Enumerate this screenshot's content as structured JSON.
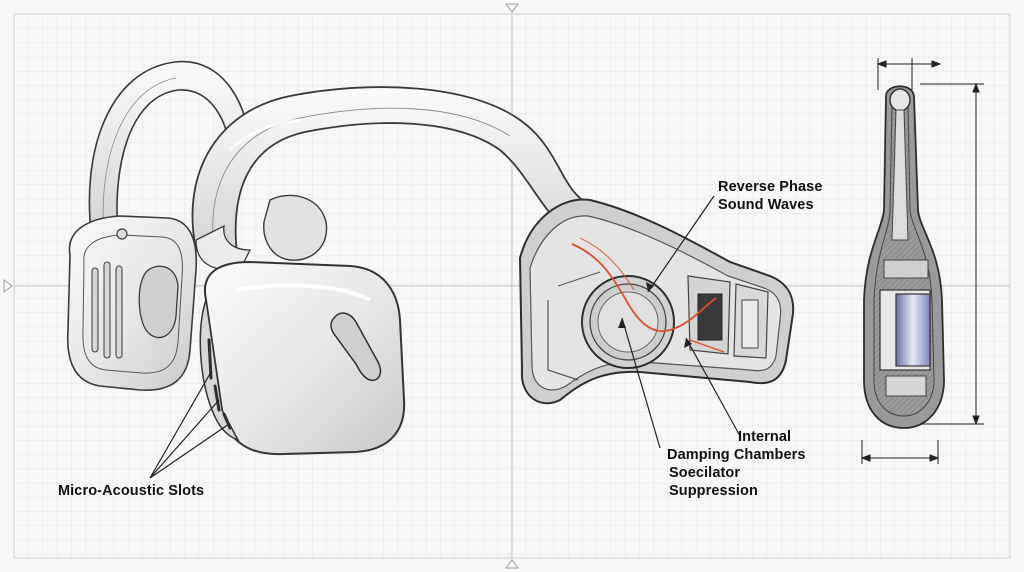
{
  "labels": {
    "reverse_phase": [
      "Reverse Phase",
      "Sound Waves"
    ],
    "internal": [
      "Internal",
      "Damping Chambers",
      "Soecilator",
      "Suppression"
    ],
    "micro_slots": "Micro-Acoustic Slots"
  },
  "colors": {
    "paper": "#f7f7f6",
    "grid": "#d9dbdd",
    "grid_major": "#c5c8cb",
    "shell": "#e9e9e9",
    "shell_shadow": "#bdbdbd",
    "outline": "#3a3a3a",
    "cutaway": "#8a8a8a",
    "wave_red": "#d9502e",
    "driver_blue": "#8f97c6"
  },
  "icons": [
    "center-mark-top",
    "center-mark-bottom",
    "center-mark-left"
  ]
}
